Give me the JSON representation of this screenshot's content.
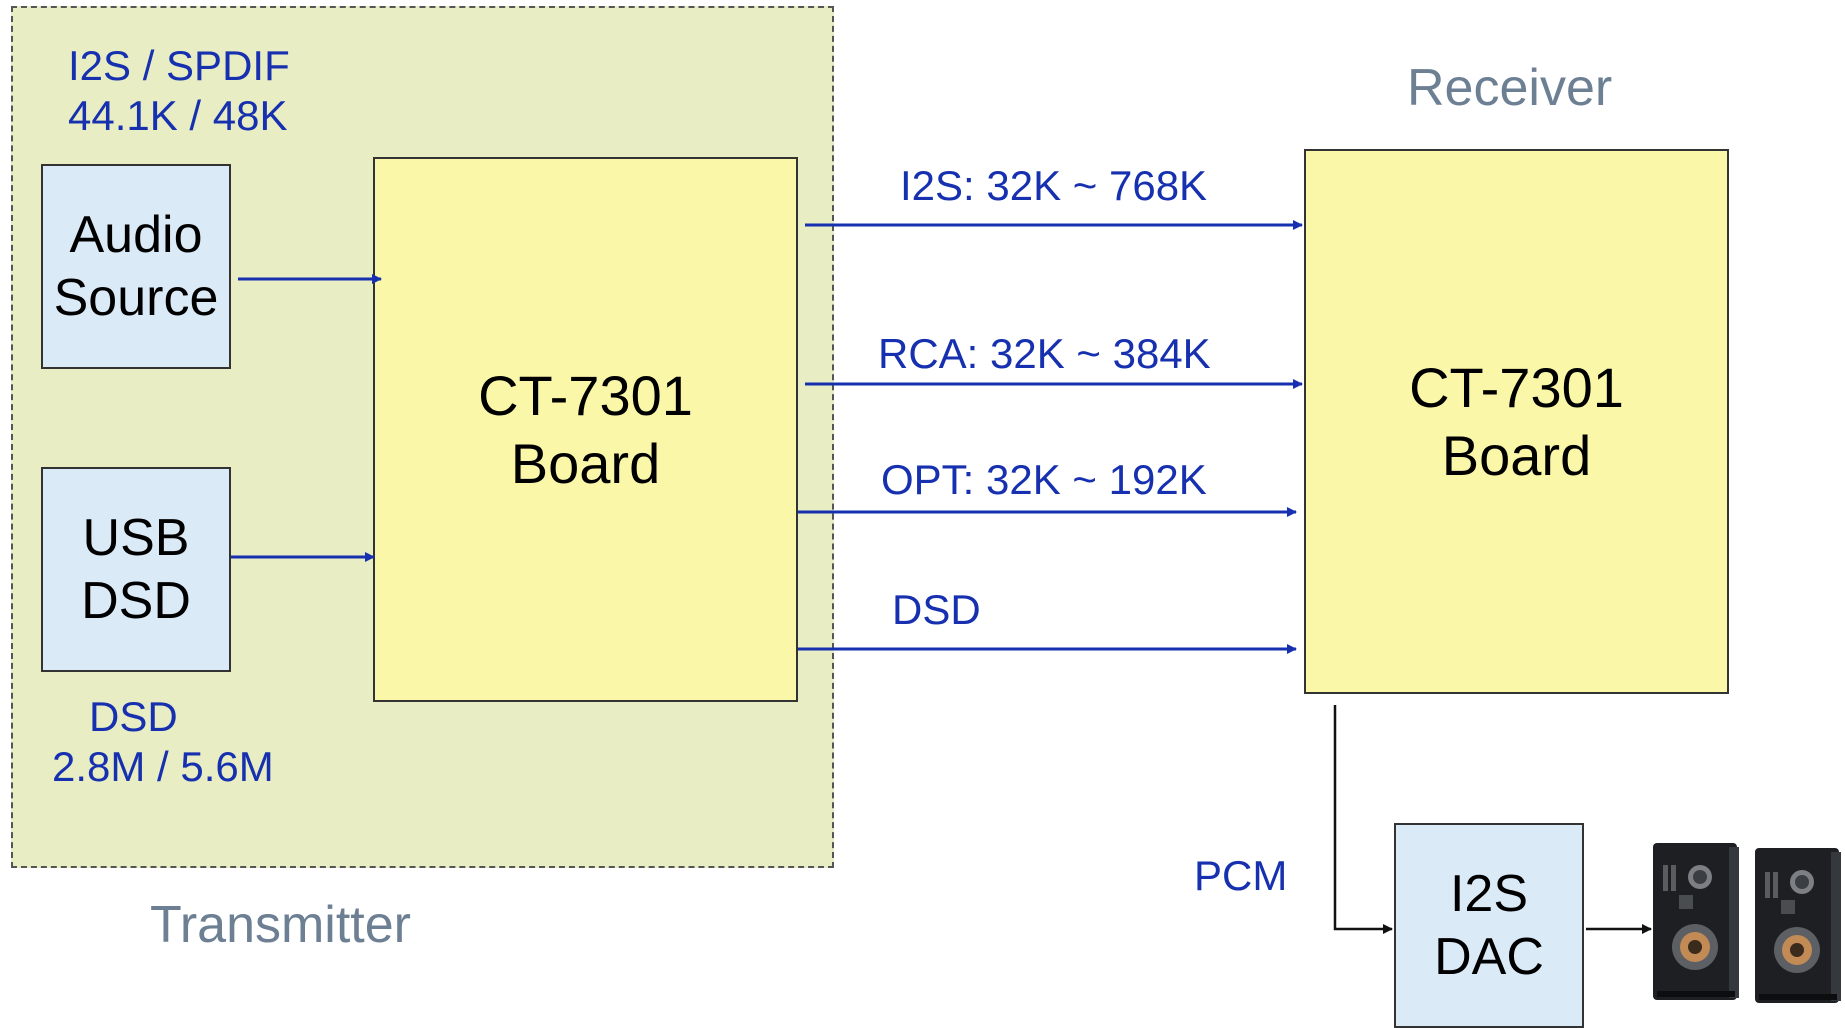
{
  "transmitter": {
    "title": "Transmitter",
    "audio_source": {
      "line1": "Audio",
      "line2": "Source",
      "note1": "I2S / SPDIF",
      "note2": "44.1K / 48K"
    },
    "usb_dsd": {
      "line1": "USB",
      "line2": "DSD",
      "note1": "DSD",
      "note2": "2.8M / 5.6M"
    },
    "board": {
      "line1": "CT-7301",
      "line2": "Board"
    }
  },
  "links": [
    {
      "label": "I2S:  32K ~ 768K"
    },
    {
      "label": "RCA:  32K ~ 384K"
    },
    {
      "label": "OPT:  32K ~ 192K"
    },
    {
      "label": "DSD"
    }
  ],
  "receiver": {
    "title": "Receiver",
    "board": {
      "line1": "CT-7301",
      "line2": "Board"
    },
    "pcm_label": "PCM",
    "dac": {
      "line1": "I2S",
      "line2": "DAC"
    }
  },
  "colors": {
    "region_fill": "#e8edc3",
    "source_fill": "#dbeaf7",
    "board_fill": "#faf7a9",
    "arrow": "#1630b0",
    "label_blue": "#1630b0",
    "title_gray": "#6d7f93"
  },
  "icons": [
    "speaker-icon",
    "speaker-icon"
  ]
}
